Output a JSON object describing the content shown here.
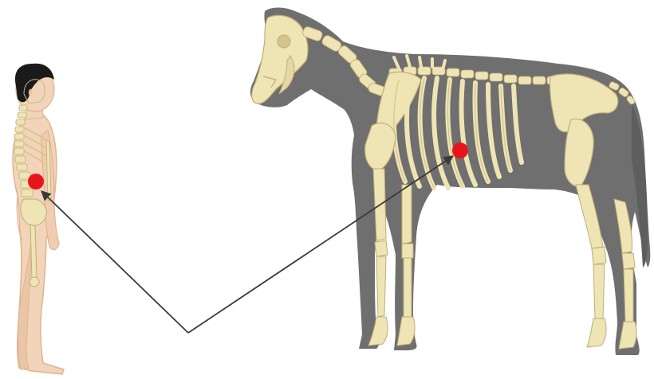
{
  "figure": {
    "subjects": [
      "human",
      "horse"
    ],
    "colors": {
      "background": "#ffffff",
      "horse_silhouette": "#6f6f6f",
      "bone": "#efe4b4",
      "bone_shade": "#d4c38a",
      "skin": "#f2d4b8",
      "skin_shade": "#dfb494",
      "hair": "#1a1a1a",
      "marker": "#e8141b",
      "arrow": "#3a3a3a"
    },
    "markers": [
      "human-marker",
      "horse-marker"
    ]
  }
}
